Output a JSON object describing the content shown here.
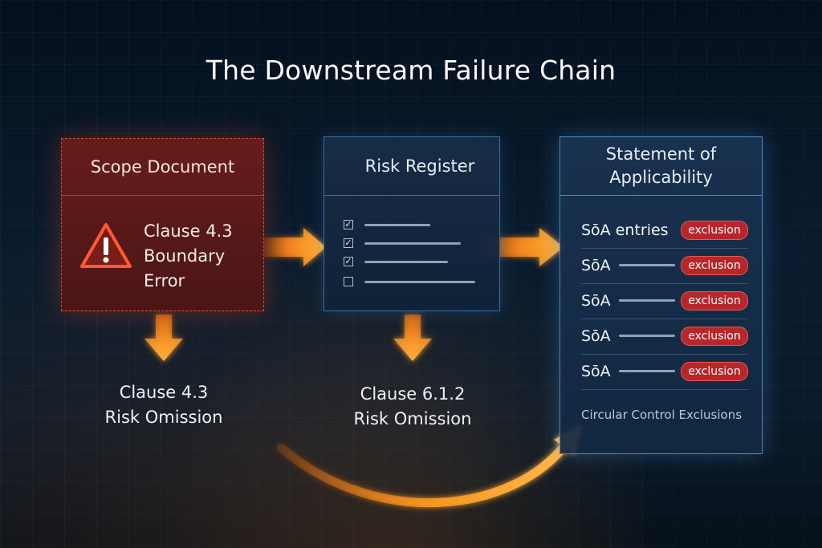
{
  "title": "The Downstream Failure Chain",
  "scope_document": {
    "header": "Scope Document",
    "clause_lines": [
      "Clause 4.3",
      "Boundary",
      "Error"
    ],
    "icon": "warning-triangle-icon"
  },
  "risk_register": {
    "header": "Risk Register",
    "items": [
      {
        "checked": true
      },
      {
        "checked": true
      },
      {
        "checked": true
      },
      {
        "checked": false
      }
    ]
  },
  "statement_of_applicability": {
    "header_lines": [
      "Statement of",
      "Applicability"
    ],
    "rows": [
      {
        "label": "SōA entries",
        "badge": "exclusion"
      },
      {
        "label": "SōA",
        "badge": "exclusion"
      },
      {
        "label": "SōA",
        "badge": "exclusion"
      },
      {
        "label": "SōA",
        "badge": "exclusion"
      },
      {
        "label": "SōA",
        "badge": "exclusion"
      }
    ],
    "footer": "Circular Control Exclusions"
  },
  "below_scope": [
    "Clause 4.3",
    "Risk Omission"
  ],
  "below_risk": [
    "Clause 6.1.2",
    "Risk Omission"
  ],
  "colors": {
    "arrow_orange": "#ff9a1f",
    "scope_red": "#7a1f1c",
    "badge_red": "#b8262a",
    "panel_blue": "#1a3452",
    "border_blue": "#4a8ac0"
  }
}
